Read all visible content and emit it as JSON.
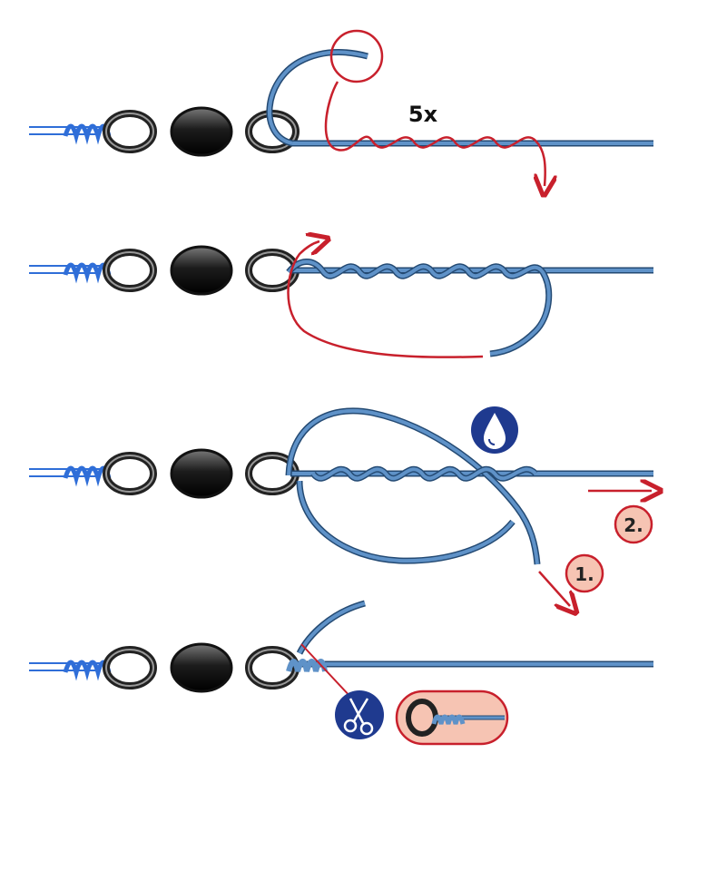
{
  "steps": [
    {
      "wrap_count_label": "5x"
    },
    {},
    {
      "icon": "water-drop-icon",
      "order_labels": [
        "1.",
        "2."
      ]
    },
    {
      "icon": "scissors-icon"
    }
  ],
  "colors": {
    "line": "#4d7fb5",
    "line_dark": "#244a73",
    "red": "#c8202c",
    "badge_fill": "#f6c4b3",
    "badge_stroke": "#c8202c",
    "icon_bg": "#1f3a8f",
    "backing_line": "#2f6ed8",
    "swivel": "#2b2b2b"
  }
}
